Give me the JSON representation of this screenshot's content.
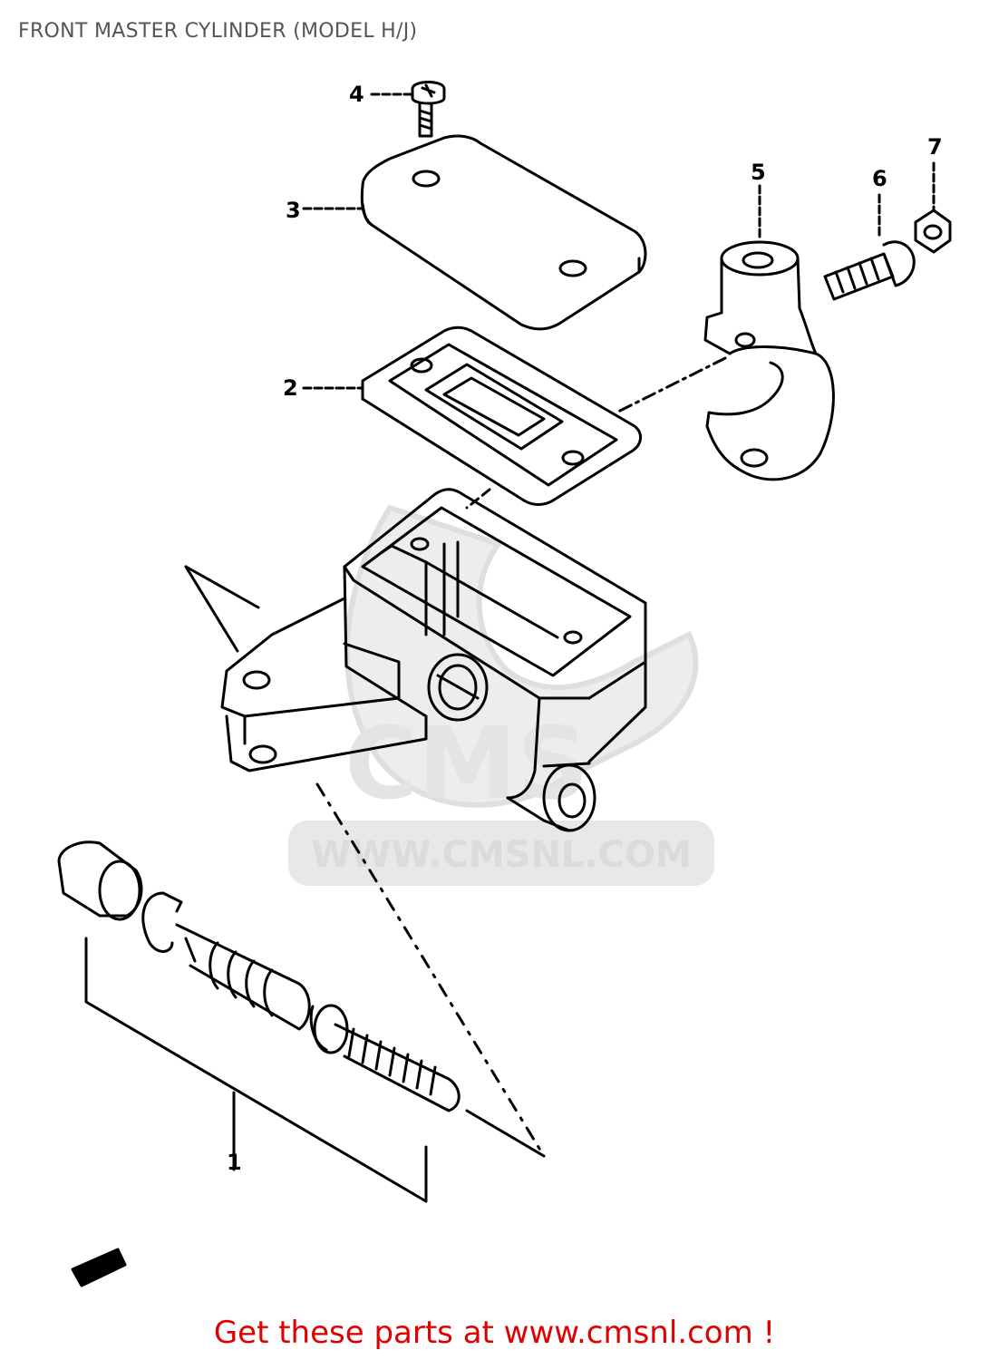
{
  "title": "FRONT MASTER CYLINDER (MODEL H/J)",
  "watermark": {
    "text": "WWW.CMSNL.COM"
  },
  "callouts": [
    {
      "id": "1",
      "label": "1"
    },
    {
      "id": "2",
      "label": "2"
    },
    {
      "id": "3",
      "label": "3"
    },
    {
      "id": "4",
      "label": "4"
    },
    {
      "id": "5",
      "label": "5"
    },
    {
      "id": "6",
      "label": "6"
    },
    {
      "id": "7",
      "label": "7"
    }
  ],
  "footer": {
    "text": "Get these parts at www.cmsnl.com !"
  },
  "colors": {
    "line": "#000000",
    "watermark": "#d8d8d8",
    "footer": "#e00000",
    "title": "#555555"
  }
}
